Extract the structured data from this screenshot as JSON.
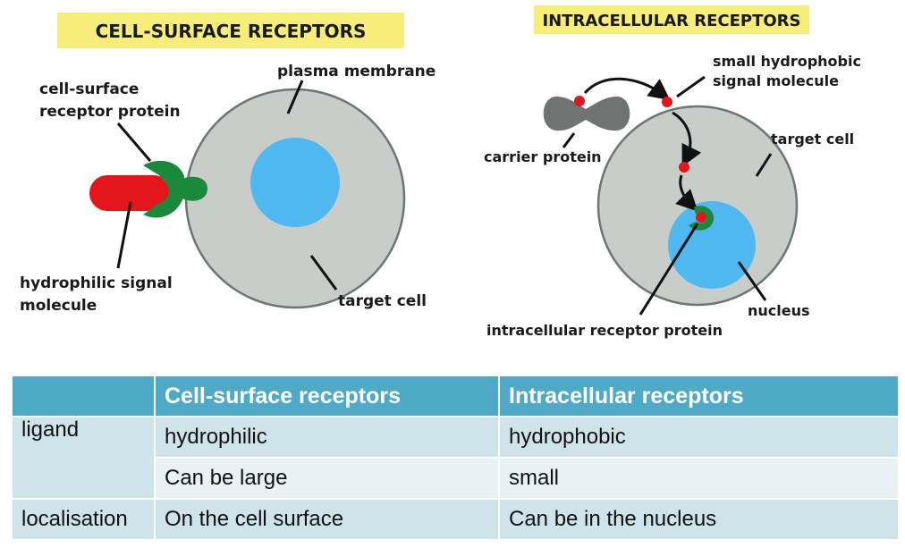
{
  "left_panel": {
    "title": "CELL-SURFACE RECEPTORS",
    "labels": {
      "plasma_membrane": "plasma membrane",
      "receptor_line1": "cell-surface",
      "receptor_line2": "receptor protein",
      "signal_line1": "hydrophilic signal",
      "signal_line2": "molecule",
      "target_cell": "target cell"
    }
  },
  "right_panel": {
    "title": "INTRACELLULAR RECEPTORS",
    "labels": {
      "signal_line1": "small hydrophobic",
      "signal_line2": "signal molecule",
      "carrier_protein": "carrier protein",
      "target_cell": "target cell",
      "nucleus": "nucleus",
      "receptor": "intracellular receptor protein"
    }
  },
  "colors": {
    "title_bg": "#f7ee7a",
    "cell_fill": "#c8cdca",
    "cell_stroke": "#6e7572",
    "nucleus": "#4fb8ef",
    "receptor": "#1a8a3a",
    "signal": "#e2161b",
    "carrier": "#6f7472"
  },
  "table": {
    "headers": [
      "",
      "Cell-surface receptors",
      "Intracellular receptors"
    ],
    "rows": [
      [
        "ligand",
        "hydrophilic",
        "hydrophobic"
      ],
      [
        "",
        "Can be large",
        "small"
      ],
      [
        "localisation",
        "On the cell surface",
        "Can be in the nucleus"
      ]
    ]
  }
}
